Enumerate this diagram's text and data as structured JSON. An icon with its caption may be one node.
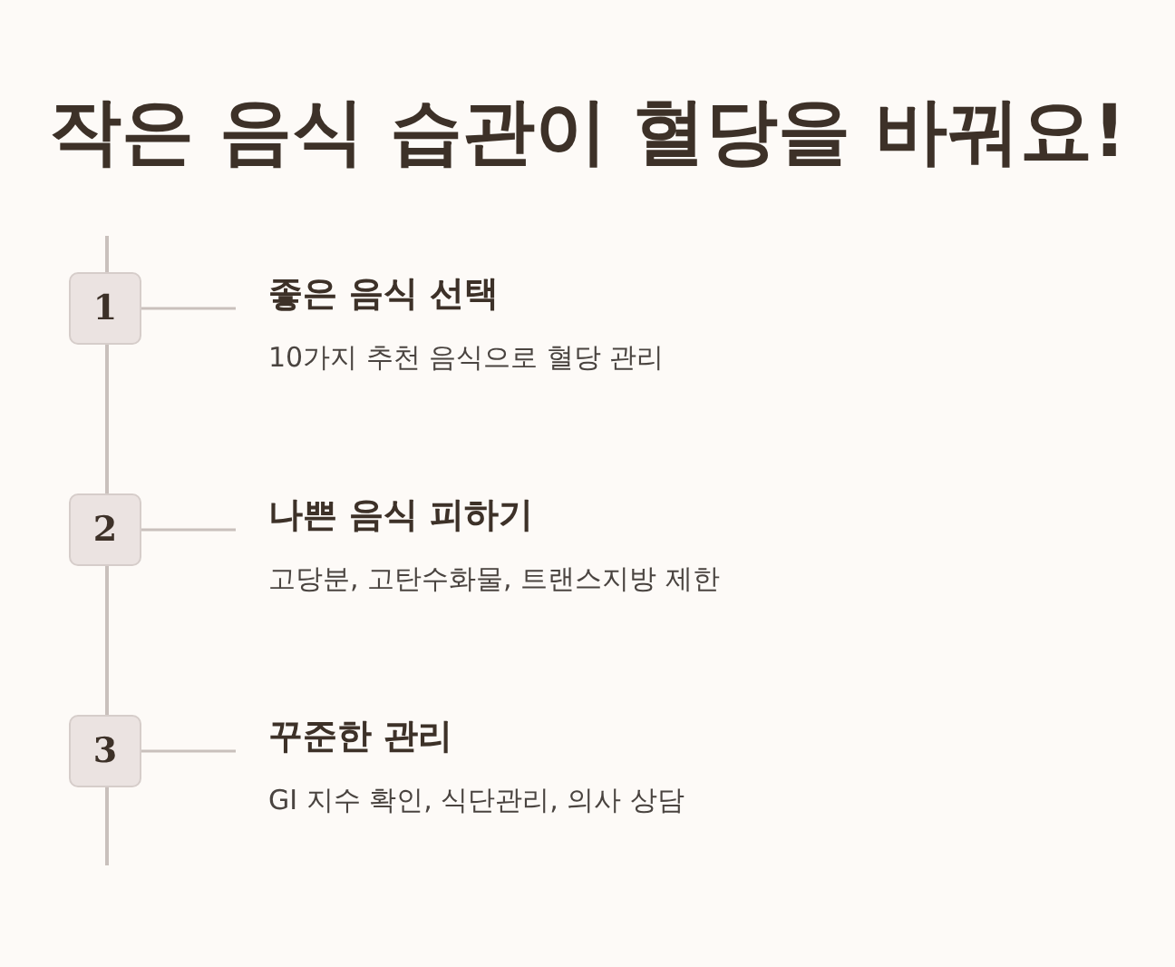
{
  "diagram": {
    "title": "작은 음식 습관이 혈당을 바꿔요!",
    "nodes": [
      {
        "text": [
          "1"
        ]
      },
      {
        "text": [
          "좋은 음식 선택",
          "10가지 추천 음식으로 혈당 관리"
        ]
      },
      {
        "text": [
          "2"
        ]
      },
      {
        "text": [
          "나쁜 음식 피하기",
          "고당분, 고탄수화물, 트랜스지방 제한"
        ]
      },
      {
        "text": [
          "3"
        ]
      },
      {
        "text": [
          "꾸준한 관리",
          "GI 지수 확인, 식단관리, 의사 상담"
        ]
      }
    ],
    "edges": [
      {
        "from": 0,
        "to": 1,
        "arrow": "none"
      },
      {
        "from": 2,
        "to": 3,
        "arrow": "none"
      },
      {
        "from": 4,
        "to": 5,
        "arrow": "none"
      }
    ]
  }
}
